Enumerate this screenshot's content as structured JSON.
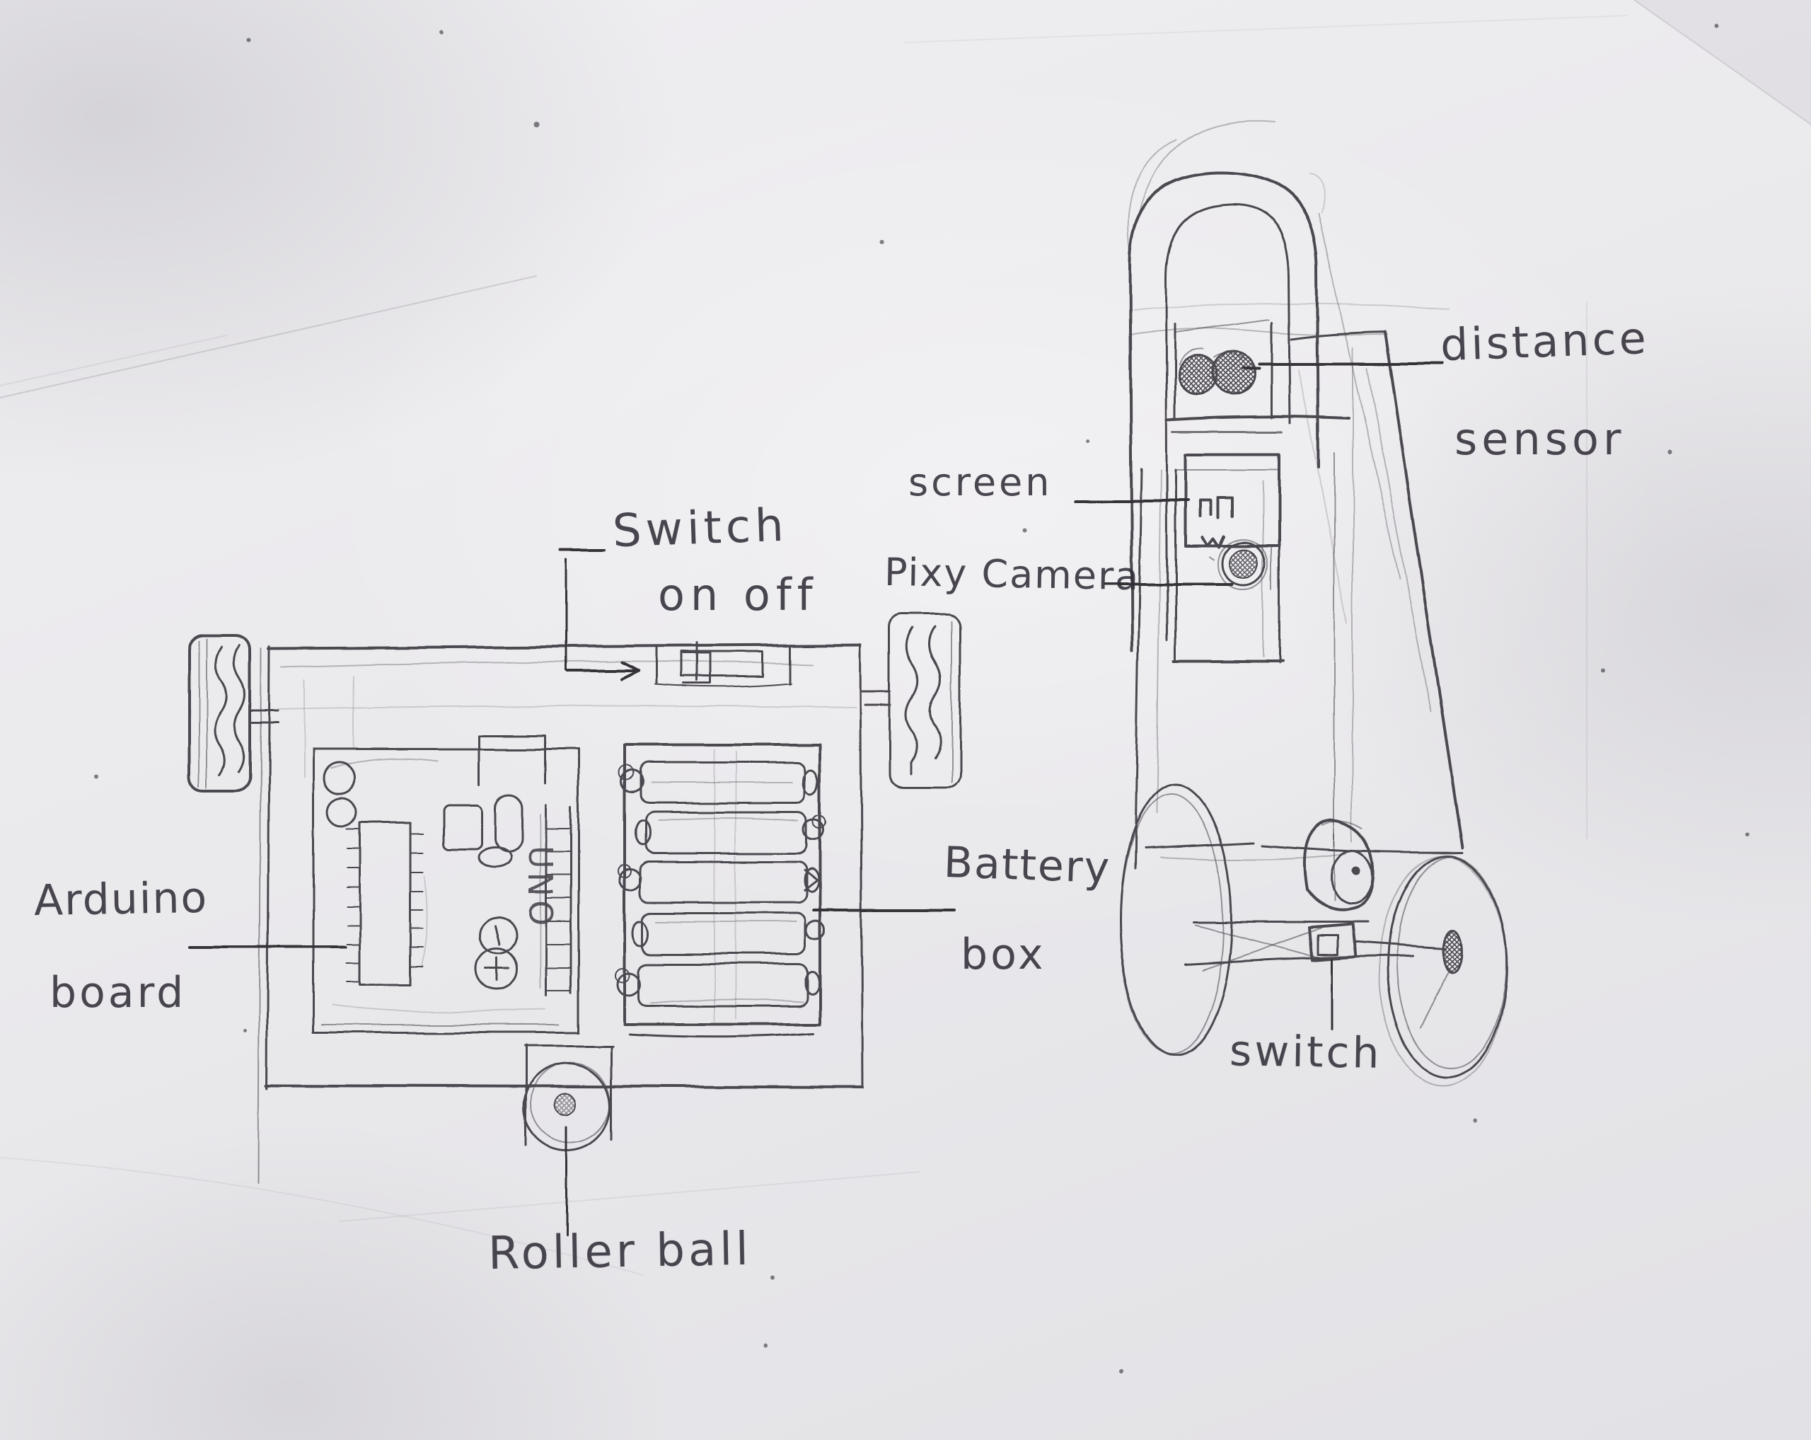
{
  "document": {
    "type": "hand-drawn robot design sketch",
    "medium": "pencil on paper",
    "views": [
      "chassis top view",
      "robot front view"
    ]
  },
  "style": {
    "paper": "#eae9ec",
    "pencil": "#4b4850",
    "pencil_dark": "#343139",
    "pencil_faint": "#9a97a0",
    "ink_text": "#312e38"
  },
  "labels": {
    "switch_top": {
      "line1": "Switch",
      "line2": "on off"
    },
    "arduino": {
      "line1": "Arduino",
      "line2": "board"
    },
    "battery": {
      "line1": "Battery",
      "line2": "box"
    },
    "roller_ball": {
      "text": "Roller ball"
    },
    "screen": {
      "text": "screen"
    },
    "pixy_camera": {
      "text": "Pixy Camera"
    },
    "distance": {
      "line1": "distance",
      "line2": "sensor"
    },
    "switch_axle": {
      "text": "switch"
    }
  },
  "arduino_logo": {
    "text": "UNO"
  },
  "battery_count": 5
}
